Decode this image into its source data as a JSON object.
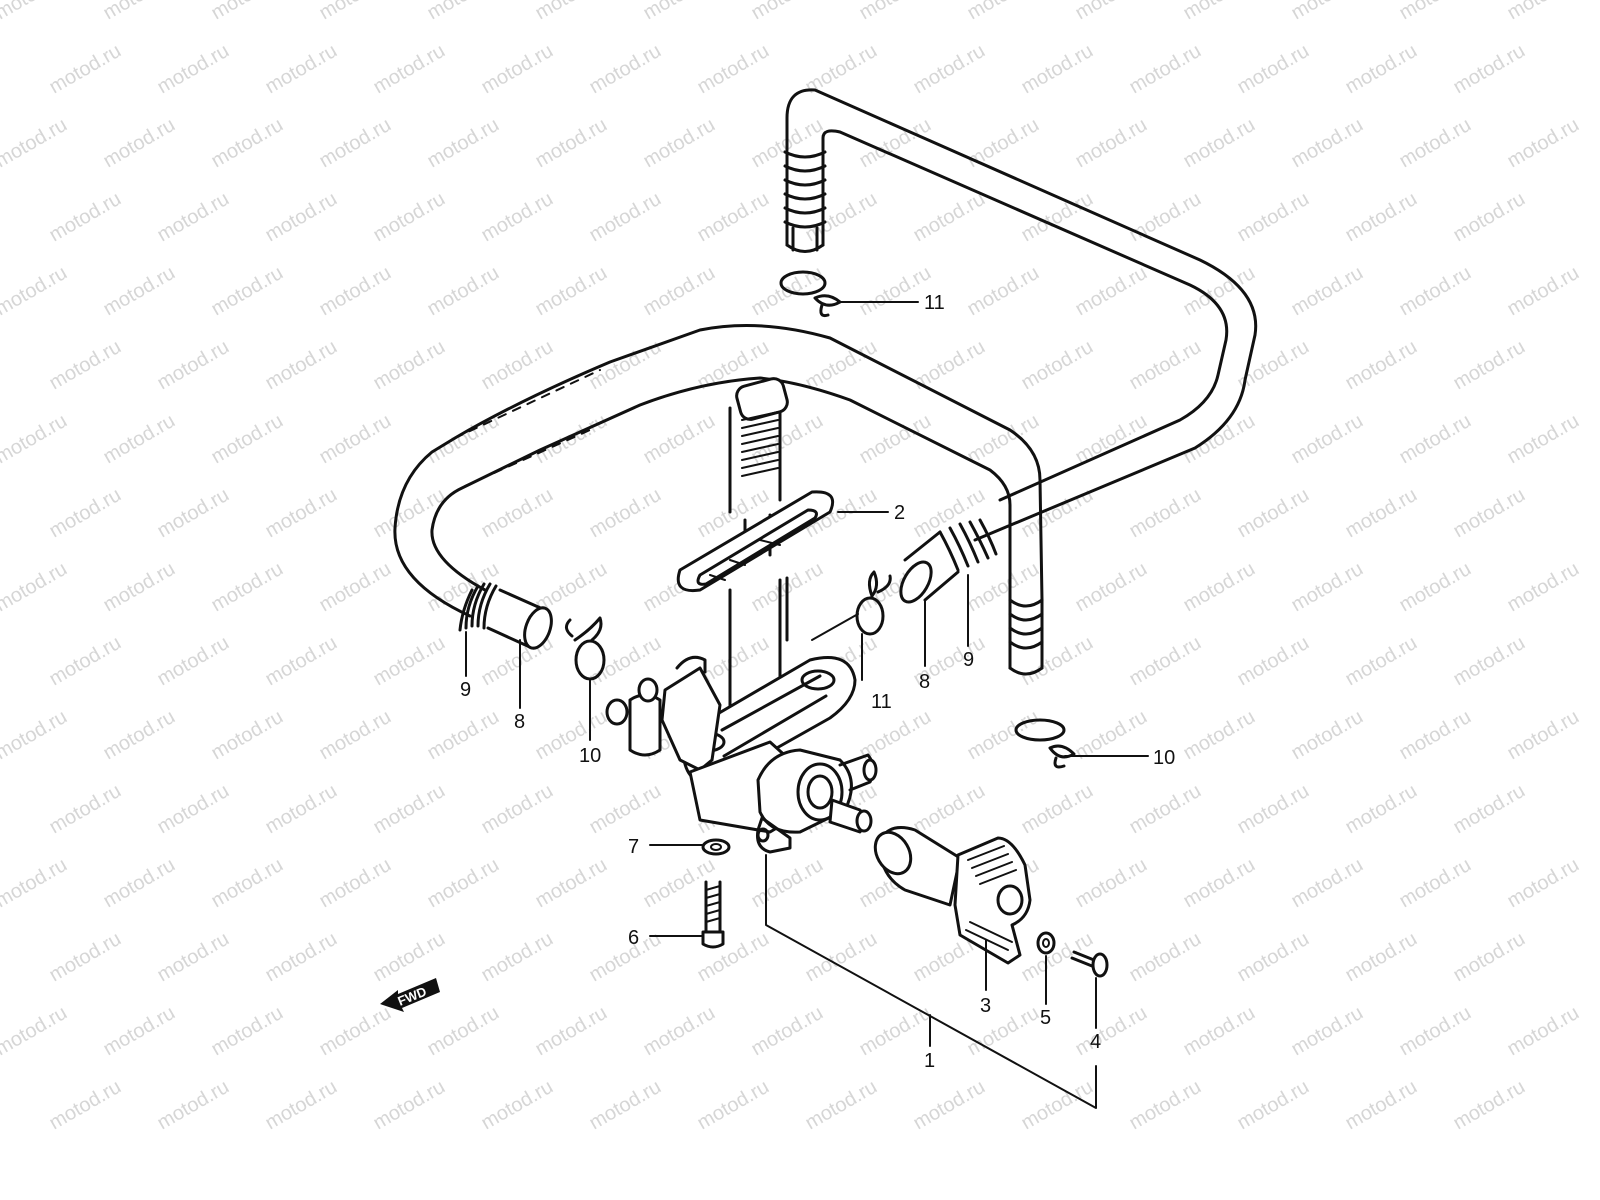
{
  "watermark": {
    "text": "motod.ru",
    "color": "#d6d6d6"
  },
  "direction_tag": {
    "text": "FWD"
  },
  "callouts": [
    {
      "id": "c11a",
      "label": "11"
    },
    {
      "id": "c2",
      "label": "2"
    },
    {
      "id": "c9l",
      "label": "9"
    },
    {
      "id": "c8l",
      "label": "8"
    },
    {
      "id": "c10l",
      "label": "10"
    },
    {
      "id": "c11b",
      "label": "11"
    },
    {
      "id": "c8r",
      "label": "8"
    },
    {
      "id": "c9r",
      "label": "9"
    },
    {
      "id": "c10r",
      "label": "10"
    },
    {
      "id": "c7",
      "label": "7"
    },
    {
      "id": "c6",
      "label": "6"
    },
    {
      "id": "c3",
      "label": "3"
    },
    {
      "id": "c5",
      "label": "5"
    },
    {
      "id": "c4",
      "label": "4"
    },
    {
      "id": "c1",
      "label": "1"
    }
  ],
  "colors": {
    "ink": "#111111",
    "paper": "#ffffff"
  }
}
